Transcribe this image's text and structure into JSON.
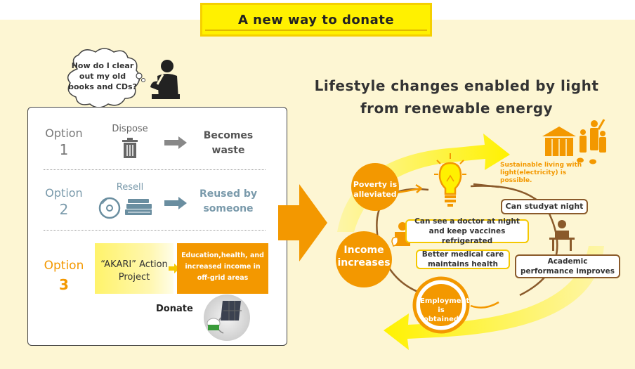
{
  "title": "A new way to donate",
  "thought_bubble": "How do I clear out my old books and CDs?",
  "options": [
    {
      "label": "Option",
      "number": "1",
      "action": "Dispose",
      "result": "Becomes waste"
    },
    {
      "label": "Option",
      "number": "2",
      "action": "Resell",
      "result": "Reused by someone"
    },
    {
      "label": "Option",
      "number": "3",
      "project": "“AKARI” Action Project",
      "result": "Education,health, and increased income in off-grid areas",
      "donate": "Donate"
    }
  ],
  "headline_line1": "Lifestyle changes enabled by light",
  "headline_line2": "from renewable energy",
  "cycle": {
    "poverty": "Poverty is alleviated",
    "income": "Income increases",
    "employment": "Employment is obtained",
    "sustainable": "Sustainable living with light(electricity) is possible.",
    "study": "Can studyat night",
    "doctor": "Can see a doctor at night and keep vaccines refrigerated",
    "medical": "Better medical care maintains health",
    "academic": "Academic performance improves"
  },
  "colors": {
    "orange": "#f39800",
    "yellow": "#fff100",
    "brown": "#8a5a2b",
    "gray": "#8a8a8a",
    "teal": "#6a8ea0"
  }
}
